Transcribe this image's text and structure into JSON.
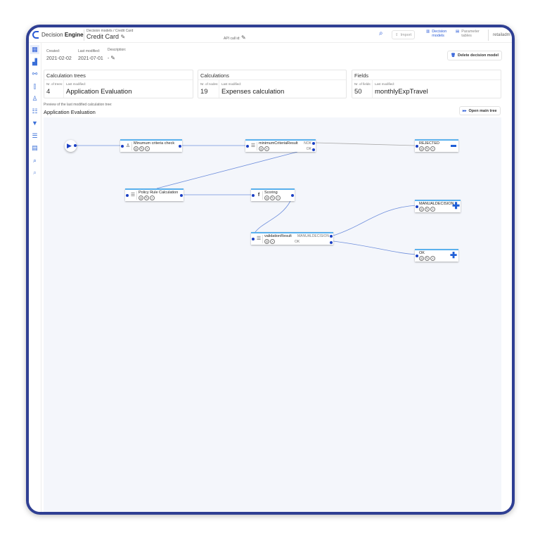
{
  "header": {
    "brand_light": "Decision",
    "brand_bold": "Engine",
    "breadcrumb": "Decision models  /  Credit Card",
    "title": "Credit Card",
    "api_call_id_label": "API call id:",
    "import_label": "Import",
    "nav_decision_models": "Decision models",
    "nav_parameter_tables": "Parameter tables",
    "user": "retailadm"
  },
  "meta": {
    "created_label": "Created:",
    "created": "2021-02-02",
    "modified_label": "Last modified:",
    "modified": "2021-07-01",
    "description_label": "Description:",
    "description": "-",
    "delete_label": "Delete decision model"
  },
  "cards": [
    {
      "title": "Calculation trees",
      "count_label": "Nr. of trees:",
      "count": "4",
      "modified_label": "Last modified:",
      "modified": "Application Evaluation"
    },
    {
      "title": "Calculations",
      "count_label": "Nr. of nodes:",
      "count": "19",
      "modified_label": "Last modified:",
      "modified": "Expenses calculation"
    },
    {
      "title": "Fields",
      "count_label": "Nr. of fields:",
      "count": "50",
      "modified_label": "Last modified:",
      "modified": "monthlyExpTravel"
    }
  ],
  "preview": {
    "label": "Preview of the last modified calculation tree:",
    "title": "Application Evaluation",
    "open_label": "Open main tree"
  },
  "nodes": [
    {
      "name": "Minumum criteria check",
      "icon": "tree-icon"
    },
    {
      "name": "minimumCriteriaResult",
      "icon": "decision-table-icon",
      "outputs": [
        "NOK",
        "OK"
      ]
    },
    {
      "name": "REJECTED",
      "icon": "minus-icon"
    },
    {
      "name": "Policy Rule Calculation",
      "icon": "decision-table-icon"
    },
    {
      "name": "Scoring",
      "icon": "function-icon"
    },
    {
      "name": "validationResult",
      "icon": "decision-table-icon",
      "outputs": [
        "MANUALDECISION",
        "OK"
      ]
    },
    {
      "name": "MANUALDECISION",
      "icon": "plus-icon"
    },
    {
      "name": "OK",
      "icon": "plus-icon"
    }
  ],
  "colors": {
    "accent": "#2a5bd7",
    "frame": "#2f3f93",
    "canvas": "#f4f6fb",
    "edge": "#5b7fd6"
  }
}
